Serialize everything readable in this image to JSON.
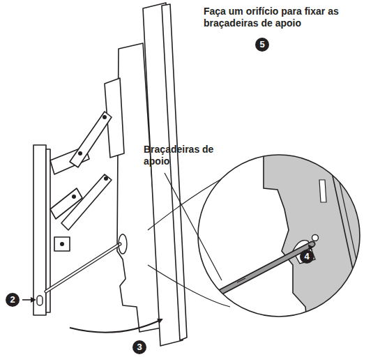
{
  "diagram": {
    "labels": [
      "Faça um orifício para fixar as braçadeiras de apoio",
      "5",
      "Braçadeiras de apoio",
      "4",
      "2",
      "3"
    ]
  }
}
